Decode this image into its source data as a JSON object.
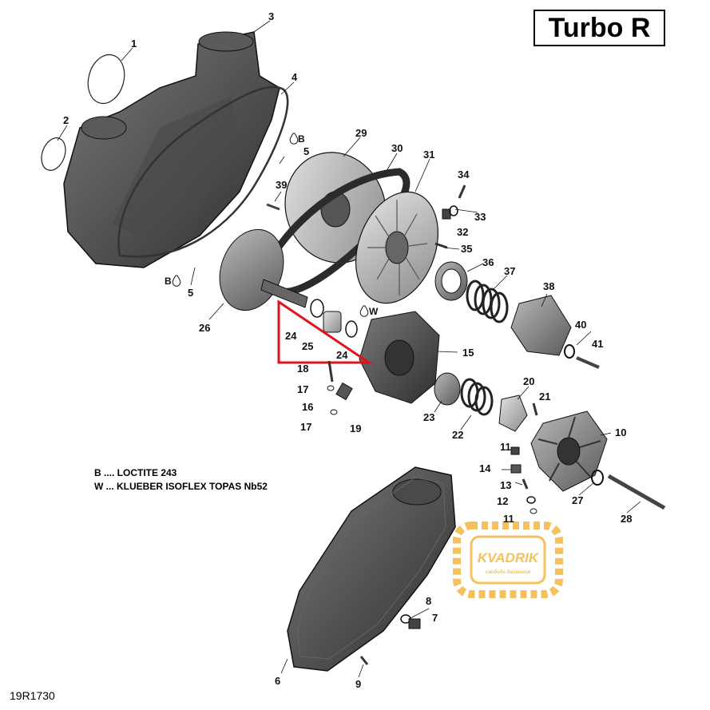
{
  "header": {
    "title": "Turbo R"
  },
  "legend": {
    "b": "B .... LOCTITE 243",
    "w": "W ... KLUEBER ISOFLEX TOPAS Nb52"
  },
  "footer": {
    "doc_id": "19R1730"
  },
  "markers": {
    "b": "B",
    "w": "W"
  },
  "watermark": {
    "brand": "KVADRIK",
    "tagline": "свобода движения",
    "color": "#f4b740"
  },
  "highlight_color": "#e0141e",
  "callouts": [
    "1",
    "2",
    "3",
    "4",
    "5",
    "5",
    "6",
    "7",
    "8",
    "9",
    "10",
    "11",
    "11",
    "12",
    "13",
    "14",
    "15",
    "16",
    "17",
    "17",
    "18",
    "19",
    "20",
    "21",
    "22",
    "23",
    "24",
    "24",
    "25",
    "26",
    "27",
    "28",
    "29",
    "30",
    "31",
    "32",
    "33",
    "34",
    "35",
    "36",
    "37",
    "38",
    "39",
    "40",
    "41"
  ]
}
